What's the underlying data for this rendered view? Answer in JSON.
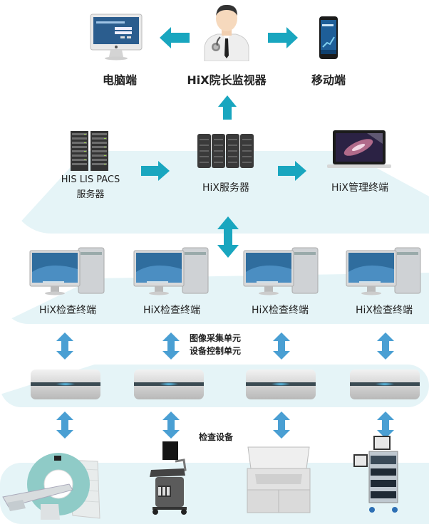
{
  "top": {
    "pc": {
      "label": "电脑端",
      "icon": "imac-icon"
    },
    "monitor": {
      "label": "HiX院长监视器",
      "icon": "doctor-icon"
    },
    "mobile": {
      "label": "移动端",
      "icon": "smartphone-icon"
    }
  },
  "middle": {
    "his": {
      "label_line1": "HIS LIS PACS",
      "label_line2": "服务器",
      "icon": "server-rack-icon"
    },
    "server": {
      "label": "HiX服务器",
      "icon": "server-cluster-icon"
    },
    "admin": {
      "label": "HiX管理终端",
      "icon": "laptop-icon"
    }
  },
  "terminals": {
    "items": [
      {
        "label": "HiX检查终端"
      },
      {
        "label": "HiX检查终端"
      },
      {
        "label": "HiX检查终端"
      },
      {
        "label": "HiX检查终端"
      }
    ]
  },
  "units": {
    "label_line1": "图像采集单元",
    "label_line2": "设备控制单元"
  },
  "devices": {
    "label": "检查设备",
    "items": [
      {
        "icon": "ct-scanner-icon"
      },
      {
        "icon": "ultrasound-icon"
      },
      {
        "icon": "biochem-analyzer-icon"
      },
      {
        "icon": "endoscope-cart-icon"
      }
    ]
  },
  "colors": {
    "teal_arrow": "#19a6bf",
    "blue_arrow": "#4a9fd3",
    "cloud": "#e5f4f7"
  }
}
